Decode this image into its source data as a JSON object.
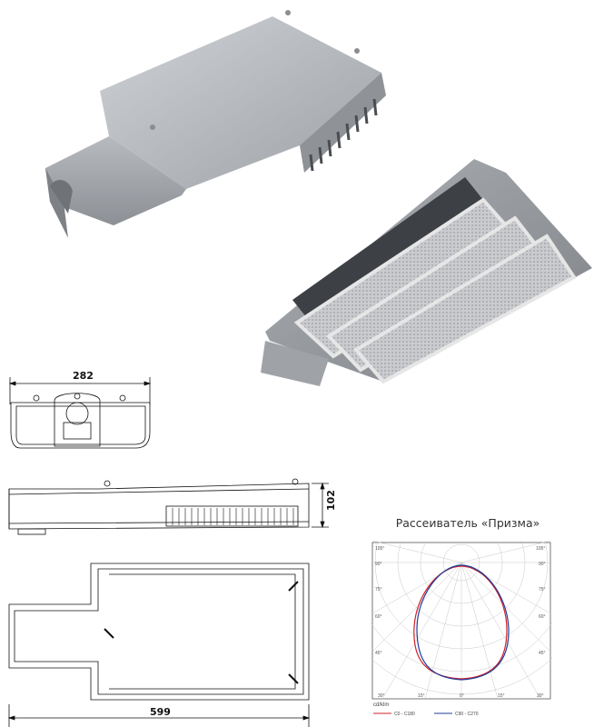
{
  "drawings": {
    "width_dim": "282",
    "height_dim": "102",
    "length_dim": "599"
  },
  "polar": {
    "title": "Рассеиватель «Призма»",
    "unit": "cd/klm",
    "angle_labels": {
      "l105": "105°",
      "r105": "105°",
      "l90": "90°",
      "r90": "90°",
      "l75": "75°",
      "r75": "75°",
      "l60": "60°",
      "r60": "60°",
      "l45": "45°",
      "r45": "45°",
      "b30l": "30°",
      "b15l": "15°",
      "b0": "0°",
      "b15r": "15°",
      "b30r": "30°"
    },
    "legend": {
      "c0": "C0 - C180",
      "c90": "C90 - C270"
    },
    "colors": {
      "c0": "#d0202a",
      "c90": "#1f3c9a"
    }
  }
}
